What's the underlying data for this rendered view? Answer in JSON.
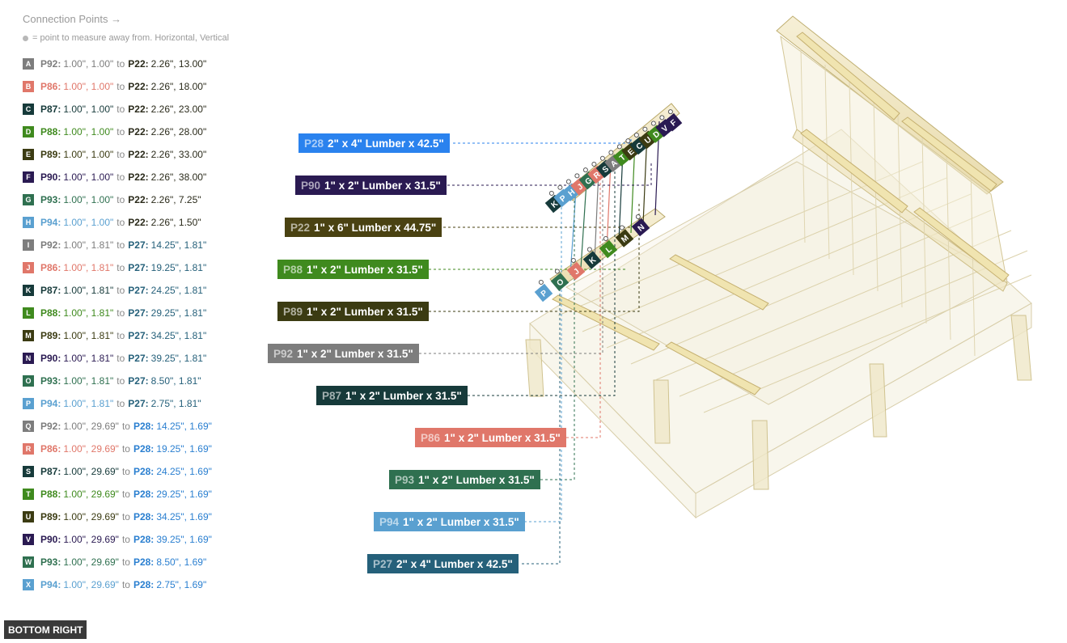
{
  "legend": {
    "title": "Connection Points →",
    "note": "= point to measure away from. Horizontal, Vertical"
  },
  "connections": [
    {
      "key": "A",
      "from": "P92:",
      "from_dims": "1.00\", 1.00\"",
      "to": "P22:",
      "to_dims": "2.26\", 13.00\"",
      "color": "#7d7d7d",
      "to_color": "#2a2a1a"
    },
    {
      "key": "B",
      "from": "P86:",
      "from_dims": "1.00\", 1.00\"",
      "to": "P22:",
      "to_dims": "2.26\", 18.00\"",
      "color": "#e0776a",
      "to_color": "#2a2a1a"
    },
    {
      "key": "C",
      "from": "P87:",
      "from_dims": "1.00\", 1.00\"",
      "to": "P22:",
      "to_dims": "2.26\", 23.00\"",
      "color": "#163a3a",
      "to_color": "#2a2a1a"
    },
    {
      "key": "D",
      "from": "P88:",
      "from_dims": "1.00\", 1.00\"",
      "to": "P22:",
      "to_dims": "2.26\", 28.00\"",
      "color": "#3f8a1e",
      "to_color": "#2a2a1a"
    },
    {
      "key": "E",
      "from": "P89:",
      "from_dims": "1.00\", 1.00\"",
      "to": "P22:",
      "to_dims": "2.26\", 33.00\"",
      "color": "#3b3b12",
      "to_color": "#2a2a1a"
    },
    {
      "key": "F",
      "from": "P90:",
      "from_dims": "1.00\", 1.00\"",
      "to": "P22:",
      "to_dims": "2.26\", 38.00\"",
      "color": "#2a1a52",
      "to_color": "#2a2a1a"
    },
    {
      "key": "G",
      "from": "P93:",
      "from_dims": "1.00\", 1.00\"",
      "to": "P22:",
      "to_dims": "2.26\", 7.25\"",
      "color": "#2f7050",
      "to_color": "#2a2a1a"
    },
    {
      "key": "H",
      "from": "P94:",
      "from_dims": "1.00\", 1.00\"",
      "to": "P22:",
      "to_dims": "2.26\", 1.50\"",
      "color": "#5aa0d0",
      "to_color": "#2a2a1a"
    },
    {
      "key": "I",
      "from": "P92:",
      "from_dims": "1.00\", 1.81\"",
      "to": "P27:",
      "to_dims": "14.25\", 1.81\"",
      "color": "#7d7d7d",
      "to_color": "#25607a"
    },
    {
      "key": "J",
      "from": "P86:",
      "from_dims": "1.00\", 1.81\"",
      "to": "P27:",
      "to_dims": "19.25\", 1.81\"",
      "color": "#e0776a",
      "to_color": "#25607a"
    },
    {
      "key": "K",
      "from": "P87:",
      "from_dims": "1.00\", 1.81\"",
      "to": "P27:",
      "to_dims": "24.25\", 1.81\"",
      "color": "#163a3a",
      "to_color": "#25607a"
    },
    {
      "key": "L",
      "from": "P88:",
      "from_dims": "1.00\", 1.81\"",
      "to": "P27:",
      "to_dims": "29.25\", 1.81\"",
      "color": "#3f8a1e",
      "to_color": "#25607a"
    },
    {
      "key": "M",
      "from": "P89:",
      "from_dims": "1.00\", 1.81\"",
      "to": "P27:",
      "to_dims": "34.25\", 1.81\"",
      "color": "#3b3b12",
      "to_color": "#25607a"
    },
    {
      "key": "N",
      "from": "P90:",
      "from_dims": "1.00\", 1.81\"",
      "to": "P27:",
      "to_dims": "39.25\", 1.81\"",
      "color": "#2a1a52",
      "to_color": "#25607a"
    },
    {
      "key": "O",
      "from": "P93:",
      "from_dims": "1.00\", 1.81\"",
      "to": "P27:",
      "to_dims": "8.50\", 1.81\"",
      "color": "#2f7050",
      "to_color": "#25607a"
    },
    {
      "key": "P",
      "from": "P94:",
      "from_dims": "1.00\", 1.81\"",
      "to": "P27:",
      "to_dims": "2.75\", 1.81\"",
      "color": "#5aa0d0",
      "to_color": "#25607a"
    },
    {
      "key": "Q",
      "from": "P92:",
      "from_dims": "1.00\", 29.69\"",
      "to": "P28:",
      "to_dims": "14.25\", 1.69\"",
      "color": "#7d7d7d",
      "to_color": "#2a7fd0"
    },
    {
      "key": "R",
      "from": "P86:",
      "from_dims": "1.00\", 29.69\"",
      "to": "P28:",
      "to_dims": "19.25\", 1.69\"",
      "color": "#e0776a",
      "to_color": "#2a7fd0"
    },
    {
      "key": "S",
      "from": "P87:",
      "from_dims": "1.00\", 29.69\"",
      "to": "P28:",
      "to_dims": "24.25\", 1.69\"",
      "color": "#163a3a",
      "to_color": "#2a7fd0"
    },
    {
      "key": "T",
      "from": "P88:",
      "from_dims": "1.00\", 29.69\"",
      "to": "P28:",
      "to_dims": "29.25\", 1.69\"",
      "color": "#3f8a1e",
      "to_color": "#2a7fd0"
    },
    {
      "key": "U",
      "from": "P89:",
      "from_dims": "1.00\", 29.69\"",
      "to": "P28:",
      "to_dims": "34.25\", 1.69\"",
      "color": "#3b3b12",
      "to_color": "#2a7fd0"
    },
    {
      "key": "V",
      "from": "P90:",
      "from_dims": "1.00\", 29.69\"",
      "to": "P28:",
      "to_dims": "39.25\", 1.69\"",
      "color": "#2a1a52",
      "to_color": "#2a7fd0"
    },
    {
      "key": "W",
      "from": "P93:",
      "from_dims": "1.00\", 29.69\"",
      "to": "P28:",
      "to_dims": "8.50\", 1.69\"",
      "color": "#2f7050",
      "to_color": "#2a7fd0"
    },
    {
      "key": "X",
      "from": "P94:",
      "from_dims": "1.00\", 29.69\"",
      "to": "P28:",
      "to_dims": "2.75\", 1.69\"",
      "color": "#5aa0d0",
      "to_color": "#2a7fd0"
    }
  ],
  "to_word": "to",
  "parts": [
    {
      "id": "P28",
      "desc": "2\" x 4\" Lumber  x 42.5\"",
      "color": "#2a82ee"
    },
    {
      "id": "P90",
      "desc": "1\" x 2\" Lumber x 31.5\"",
      "color": "#2a1a52"
    },
    {
      "id": "P22",
      "desc": "1\" x 6\" Lumber x 44.75\"",
      "color": "#4a4212"
    },
    {
      "id": "P88",
      "desc": "1\" x 2\" Lumber x 31.5\"",
      "color": "#3f8a1e"
    },
    {
      "id": "P89",
      "desc": "1\" x 2\" Lumber x 31.5\"",
      "color": "#3b3b12"
    },
    {
      "id": "P92",
      "desc": "1\" x 2\" Lumber x 31.5\"",
      "color": "#7d7d7d"
    },
    {
      "id": "P87",
      "desc": "1\" x 2\" Lumber x 31.5\"",
      "color": "#163a3a"
    },
    {
      "id": "P86",
      "desc": "1\" x 2\" Lumber x 31.5\"",
      "color": "#e0776a"
    },
    {
      "id": "P93",
      "desc": "1\" x 2\" Lumber x 31.5\"",
      "color": "#2f7050"
    },
    {
      "id": "P94",
      "desc": "1\" x 2\" Lumber x 31.5\"",
      "color": "#5aa0d0"
    },
    {
      "id": "P27",
      "desc": "2\" x 4\" Lumber  x 42.5\"",
      "color": "#25607a"
    }
  ],
  "top_markers": [
    "K",
    "P",
    "H",
    "J",
    "G",
    "R",
    "S",
    "A",
    "T",
    "E",
    "C",
    "U",
    "D",
    "V",
    "F"
  ],
  "bottom_markers": [
    "P",
    "O",
    "J",
    "K",
    "L",
    "M",
    "N"
  ],
  "view_button": "BOTTOM RIGHT"
}
